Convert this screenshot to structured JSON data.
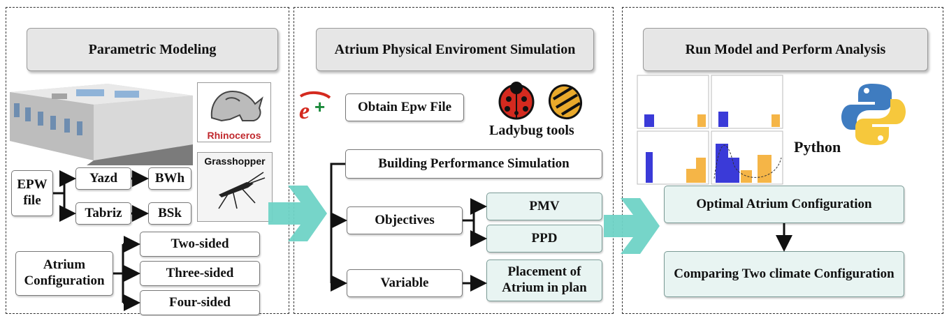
{
  "panels": {
    "left": {
      "title": "Parametric Modeling",
      "rhino_logo_text": "Rhinoceros",
      "grasshopper_label": "Grasshopper",
      "epw": "EPW file",
      "cities": [
        "Yazd",
        "Tabriz"
      ],
      "climates": [
        "BWh",
        "BSk"
      ],
      "atrium_config": "Atrium Configuration",
      "configs": [
        "Two-sided",
        "Three-sided",
        "Four-sided"
      ]
    },
    "middle": {
      "title": "Atrium Physical Enviroment Simulation",
      "epw_box": "Obtain Epw File",
      "ladybug_label": "Ladybug tools",
      "bps": "Building Performance Simulation",
      "objectives": "Objectives",
      "pmv": "PMV",
      "ppd": "PPD",
      "variable": "Variable",
      "placement": "Placement of Atrium in plan"
    },
    "right": {
      "title": "Run Model and Perform Analysis",
      "python_label": "Python",
      "optimal": "Optimal Atrium Configuration",
      "comparing": "Comparing Two climate Configuration"
    }
  },
  "colors": {
    "arrow_teal": "#6fd3c6",
    "teal_box": "#e8f4f2",
    "header_gray": "#e6e6e6",
    "python_blue": "#3f7cc0",
    "python_yellow": "#f6c83c",
    "ladybug_red": "#d42a1f",
    "bee_yellow": "#e9a92b",
    "hist_blue": "#3a3ad8",
    "hist_orange": "#f5b547"
  }
}
